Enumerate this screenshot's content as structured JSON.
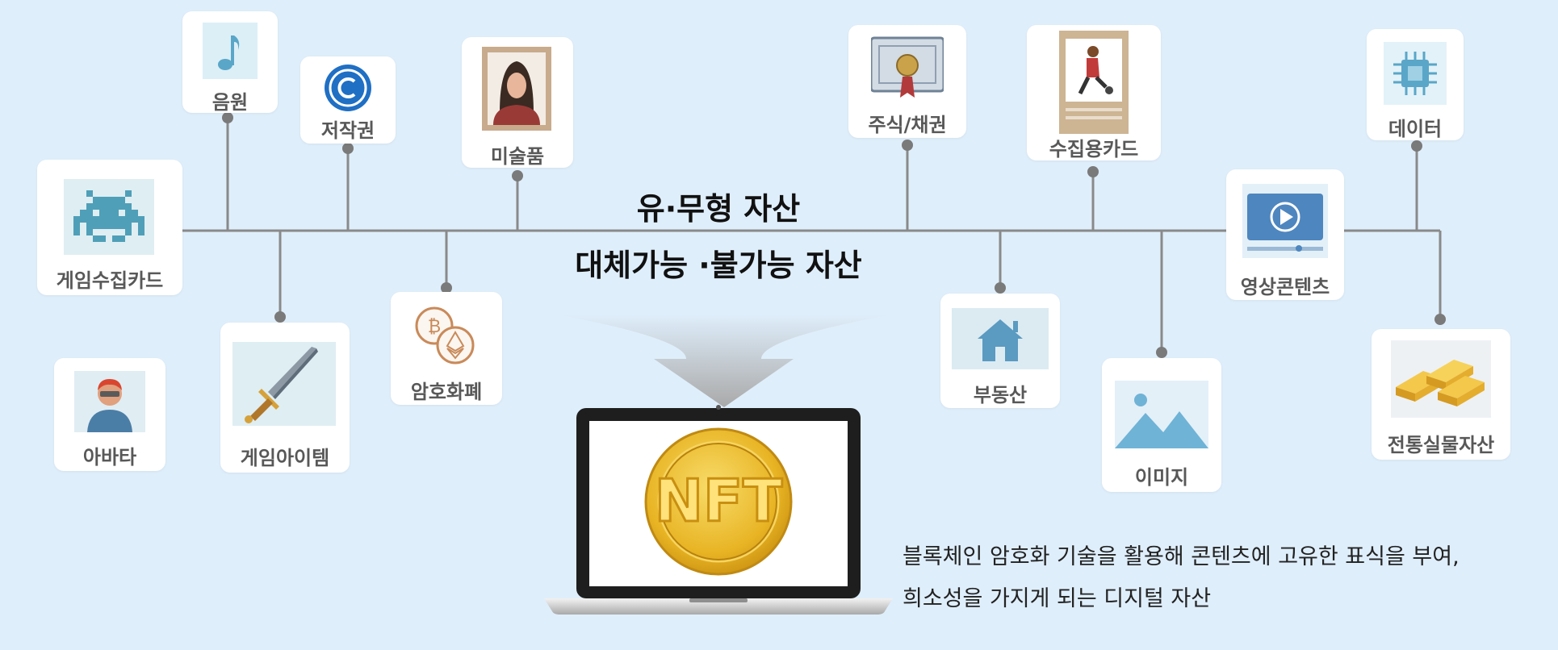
{
  "headline": {
    "tangible": "유·무형 자산",
    "fungible": "대체가능 ·불가능 자산"
  },
  "nft_badge_text": "NFT",
  "description": {
    "line1": "블록체인 암호화 기술을 활용해 콘텐츠에 고유한 표식을 부여,",
    "line2": "희소성을 가지게 되는 디지털 자산"
  },
  "assets": {
    "music": "음원",
    "copyright": "저작권",
    "art": "미술품",
    "stocks": "주식/채권",
    "collect_card": "수집용카드",
    "data": "데이터",
    "game_card": "게임수집카드",
    "video": "영상콘텐츠",
    "avatar": "아바타",
    "game_item": "게임아이템",
    "crypto": "암호화폐",
    "realestate": "부동산",
    "image": "이미지",
    "physical": "전통실물자산"
  },
  "colors": {
    "background": "#dfeefb",
    "line": "#8a8a8a",
    "label": "#585858",
    "coin": "#e8b424"
  }
}
